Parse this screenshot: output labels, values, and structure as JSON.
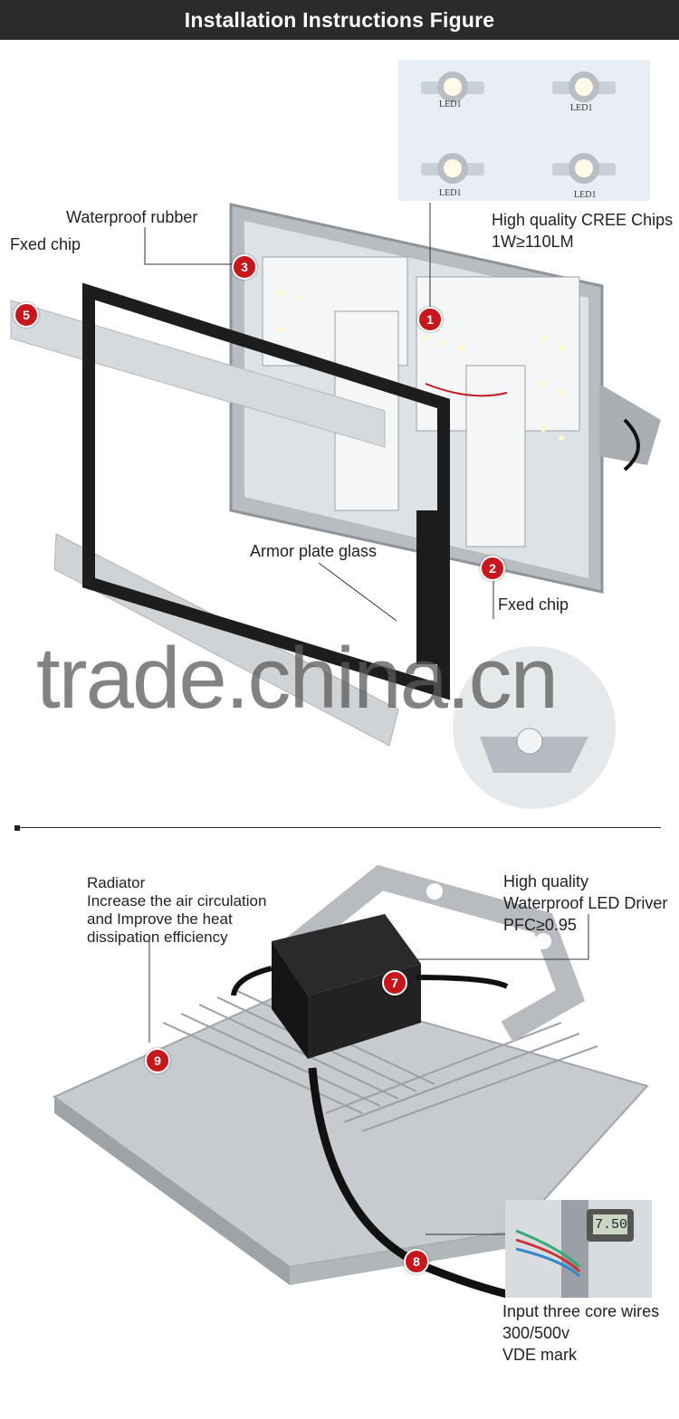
{
  "header": {
    "title": "Installation Instructions Figure"
  },
  "top_section": {
    "chips_photo_labels": [
      "LED1",
      "LED1",
      "LED1",
      "LED1"
    ],
    "cree_chips": {
      "line1": "High quality CREE Chips",
      "line2": "1W≥110LM"
    },
    "waterproof_rubber": "Waterproof rubber",
    "fixed_chip_left": "Fxed chip",
    "armor_plate_glass": "Armor plate glass",
    "fixed_chip_right": "Fxed chip",
    "badges": [
      "1",
      "2",
      "3",
      "5"
    ]
  },
  "watermark": "trade.china.cn",
  "bottom_section": {
    "radiator": {
      "line1": "Radiator",
      "line2": "Increase the air circulation",
      "line3": "and Improve the heat",
      "line4": "dissipation efficiency"
    },
    "driver": {
      "line1": "High quality",
      "line2": "Waterproof LED Driver",
      "line3": "PFC≥0.95"
    },
    "wires": {
      "line1": "Input three core wires",
      "line2": "300/500v",
      "line3": "VDE mark"
    },
    "caliper_reading": "7.50",
    "badges": [
      "7",
      "8",
      "9"
    ]
  },
  "colors": {
    "badge": "#c8161d",
    "header_bg": "#2b2b2b",
    "divider": "#333333"
  }
}
